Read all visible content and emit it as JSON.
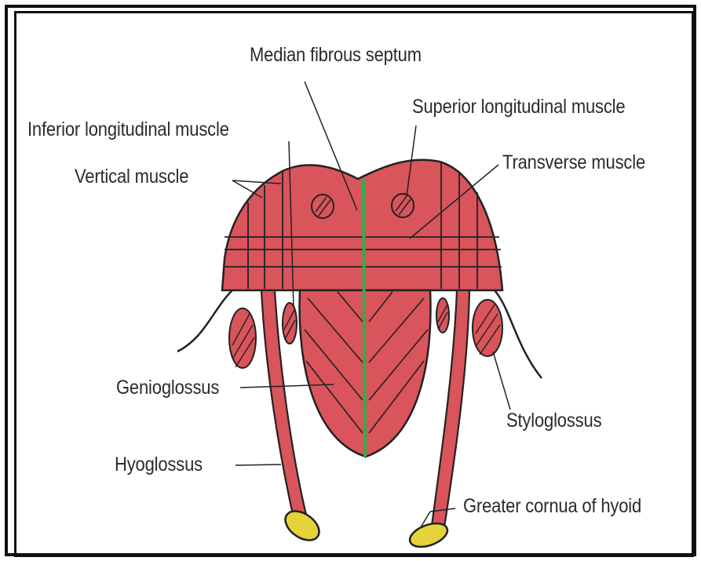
{
  "colors": {
    "muscle": "#d9545b",
    "muscle_dark": "#b9353d",
    "septum": "#2fae4a",
    "hyoid": "#e6d23a",
    "line": "#222222",
    "text": "#2b2b2b"
  },
  "labels": {
    "median_fibrous_septum": "Median fibrous septum",
    "superior_longitudinal_muscle": "Superior longitudinal muscle",
    "inferior_longitudinal_muscle": "Inferior longitudinal muscle",
    "transverse_muscle": "Transverse muscle",
    "vertical_muscle": "Vertical muscle",
    "genioglossus": "Genioglossus",
    "styloglossus": "Styloglossus",
    "hyoglossus": "Hyoglossus",
    "greater_cornua_of_hyoid": "Greater cornua of hyoid"
  }
}
